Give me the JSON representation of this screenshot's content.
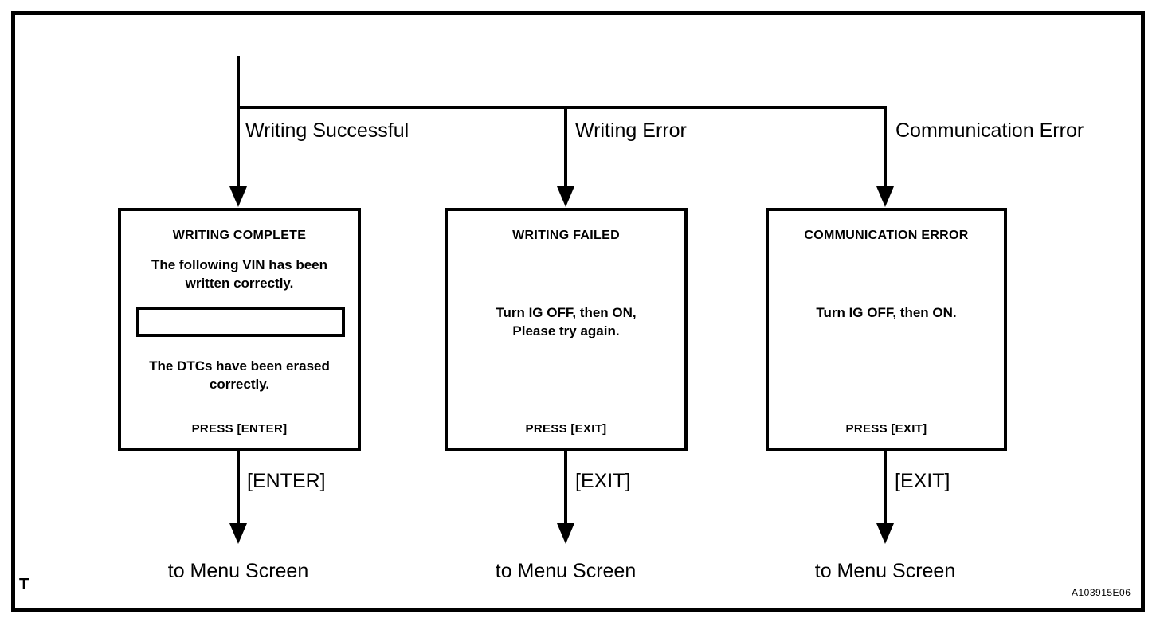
{
  "figure": {
    "corner_marker": "T",
    "reference_code": "A103915E06"
  },
  "branches": [
    {
      "label": "Writing Successful"
    },
    {
      "label": "Writing Error"
    },
    {
      "label": "Communication Error"
    }
  ],
  "screens": [
    {
      "title": "WRITING COMPLETE",
      "body_line_1": "The following VIN has been",
      "body_line_2": "written correctly.",
      "vin_value": "",
      "body_line_3": "The DTCs have been erased",
      "body_line_4": "correctly.",
      "footer": "PRESS [ENTER]"
    },
    {
      "title": "WRITING  FAILED",
      "body_line_1": "Turn IG OFF, then ON,",
      "body_line_2": "Please try again.",
      "footer": "PRESS [EXIT]"
    },
    {
      "title": "COMMUNICATION ERROR",
      "body_line_1": "Turn IG OFF, then ON.",
      "footer": "PRESS [EXIT]"
    }
  ],
  "exits": [
    {
      "key_label": "[ENTER]",
      "destination": "to Menu Screen"
    },
    {
      "key_label": "[EXIT]",
      "destination": "to Menu Screen"
    },
    {
      "key_label": "[EXIT]",
      "destination": "to Menu Screen"
    }
  ]
}
